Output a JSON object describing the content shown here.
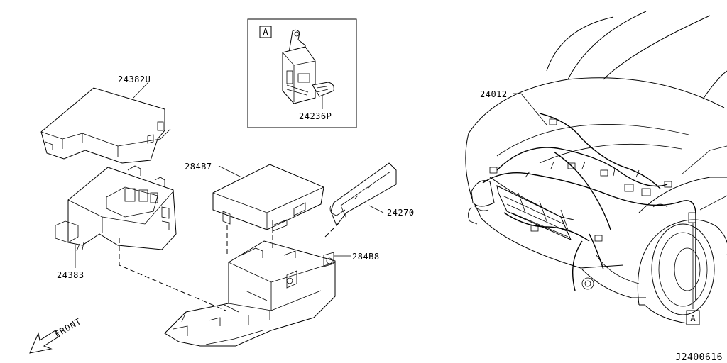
{
  "diagram": {
    "id": "J2400616",
    "front_label": "FRONT",
    "callouts": [
      {
        "key": "cover",
        "text": "24382U"
      },
      {
        "key": "fusebox",
        "text": "24383"
      },
      {
        "key": "bracket",
        "text": "24236P"
      },
      {
        "key": "ecu",
        "text": "284B7"
      },
      {
        "key": "harness_cover",
        "text": "24270"
      },
      {
        "key": "base",
        "text": "284B8"
      },
      {
        "key": "harness",
        "text": "24012"
      }
    ],
    "detail_ref": "A",
    "body_ref": "A"
  }
}
